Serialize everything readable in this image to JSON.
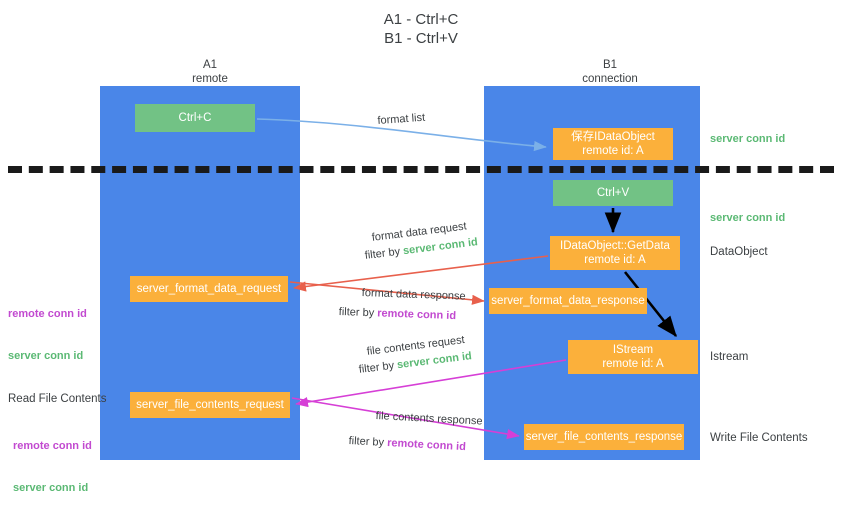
{
  "title": "A1 - Ctrl+C\nB1 - Ctrl+V",
  "colors": {
    "lane": "#4a86e8",
    "green_node": "#72c285",
    "orange_node": "#fbb03b",
    "server_conn_id": "#5bb974",
    "remote_conn_id": "#c24ad0",
    "arrow_format_list": "#7bb0e8",
    "arrow_format_data": "#e8604c",
    "arrow_file_contents": "#d63fd6",
    "arrow_black": "#000000",
    "divider": "#1a1a1a"
  },
  "columns": [
    {
      "name": "A1",
      "sub": "remote"
    },
    {
      "name": "B1",
      "sub": "connection"
    }
  ],
  "nodes": {
    "ctrl_c": "Ctrl+C",
    "save_dataobject": "保存IDataObject\nremote id: A",
    "ctrl_v": "Ctrl+V",
    "getdata": "IDataObject::GetData\nremote id: A",
    "server_format_data_request": "server_format_data_request",
    "server_format_data_response": "server_format_data_response",
    "istream": "IStream\nremote id: A",
    "server_file_contents_request": "server_file_contents_request",
    "server_file_contents_response": "server_file_contents_response"
  },
  "edge_labels": {
    "format_list": "format list",
    "format_data_request": "format data request",
    "format_data_request_filter_prefix": "filter by ",
    "format_data_request_filter_value": "server conn id",
    "format_data_response": "format data response",
    "format_data_response_filter_prefix": "filter by ",
    "format_data_response_filter_value": "remote conn id",
    "file_contents_request": "file contents request",
    "file_contents_request_filter_prefix": "filter by ",
    "file_contents_request_filter_value": "server conn id",
    "file_contents_response": "file contents response",
    "file_contents_response_filter_prefix": "filter by ",
    "file_contents_response_filter_value": "remote conn id"
  },
  "right_labels": {
    "server_conn_id_top": "server conn id",
    "server_conn_id_mid": "server conn id",
    "dataobject": "DataObject",
    "istream": "Istream",
    "write_file_contents": "Write File Contents"
  },
  "left_labels": {
    "mid_remote": "remote conn id",
    "mid_server": "server conn id",
    "read_file_contents": "Read File Contents",
    "bottom_remote": "remote conn id",
    "bottom_server": "server conn id"
  }
}
